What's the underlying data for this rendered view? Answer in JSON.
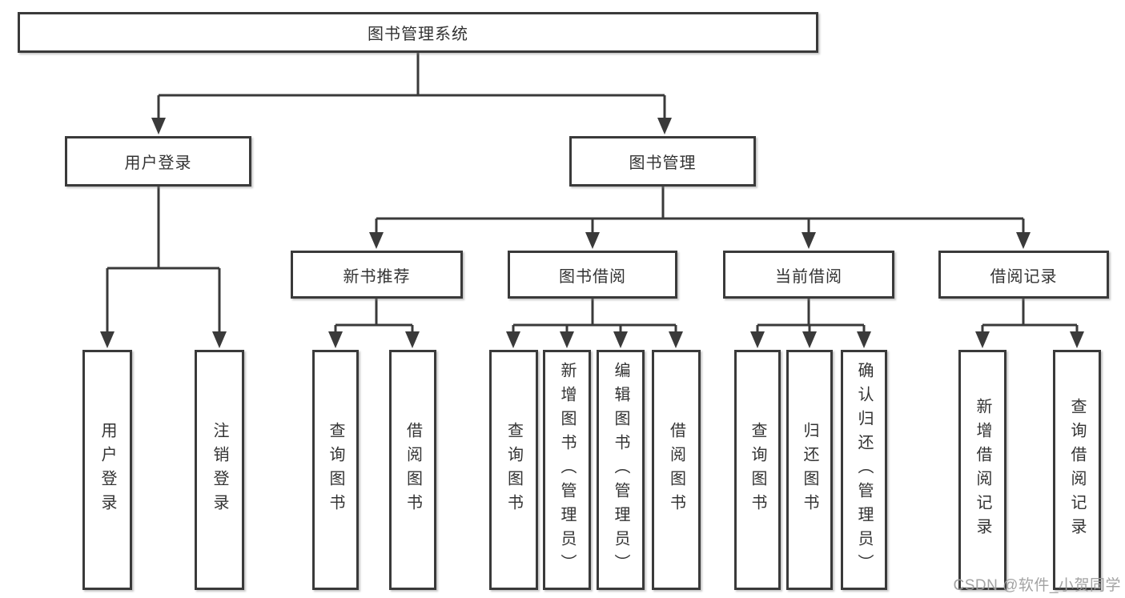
{
  "diagram": {
    "root": {
      "label": "图书管理系统"
    },
    "level2": [
      {
        "label": "用户登录"
      },
      {
        "label": "图书管理"
      }
    ],
    "level3": [
      {
        "label": "新书推荐"
      },
      {
        "label": "图书借阅"
      },
      {
        "label": "当前借阅"
      },
      {
        "label": "借阅记录"
      }
    ],
    "leaves": {
      "under_user_login": [
        "用户登录",
        "注销登录"
      ],
      "under_new_book": [
        "查询图书",
        "借阅图书"
      ],
      "under_book_borrow": [
        "查询图书",
        "新增图书（管理员）",
        "编辑图书（管理员）",
        "借阅图书"
      ],
      "under_current_borrow": [
        "查询图书",
        "归还图书",
        "确认归还（管理员）"
      ],
      "under_borrow_record": [
        "新增借阅记录",
        "查询借阅记录"
      ]
    }
  },
  "watermark": {
    "text": "CSDN @软件_小贺同学"
  },
  "colors": {
    "line": "#3a3a3a",
    "box_border": "#3a3a3a",
    "text": "#333333",
    "background": "#ffffff",
    "watermark": "#9e9e9e"
  }
}
